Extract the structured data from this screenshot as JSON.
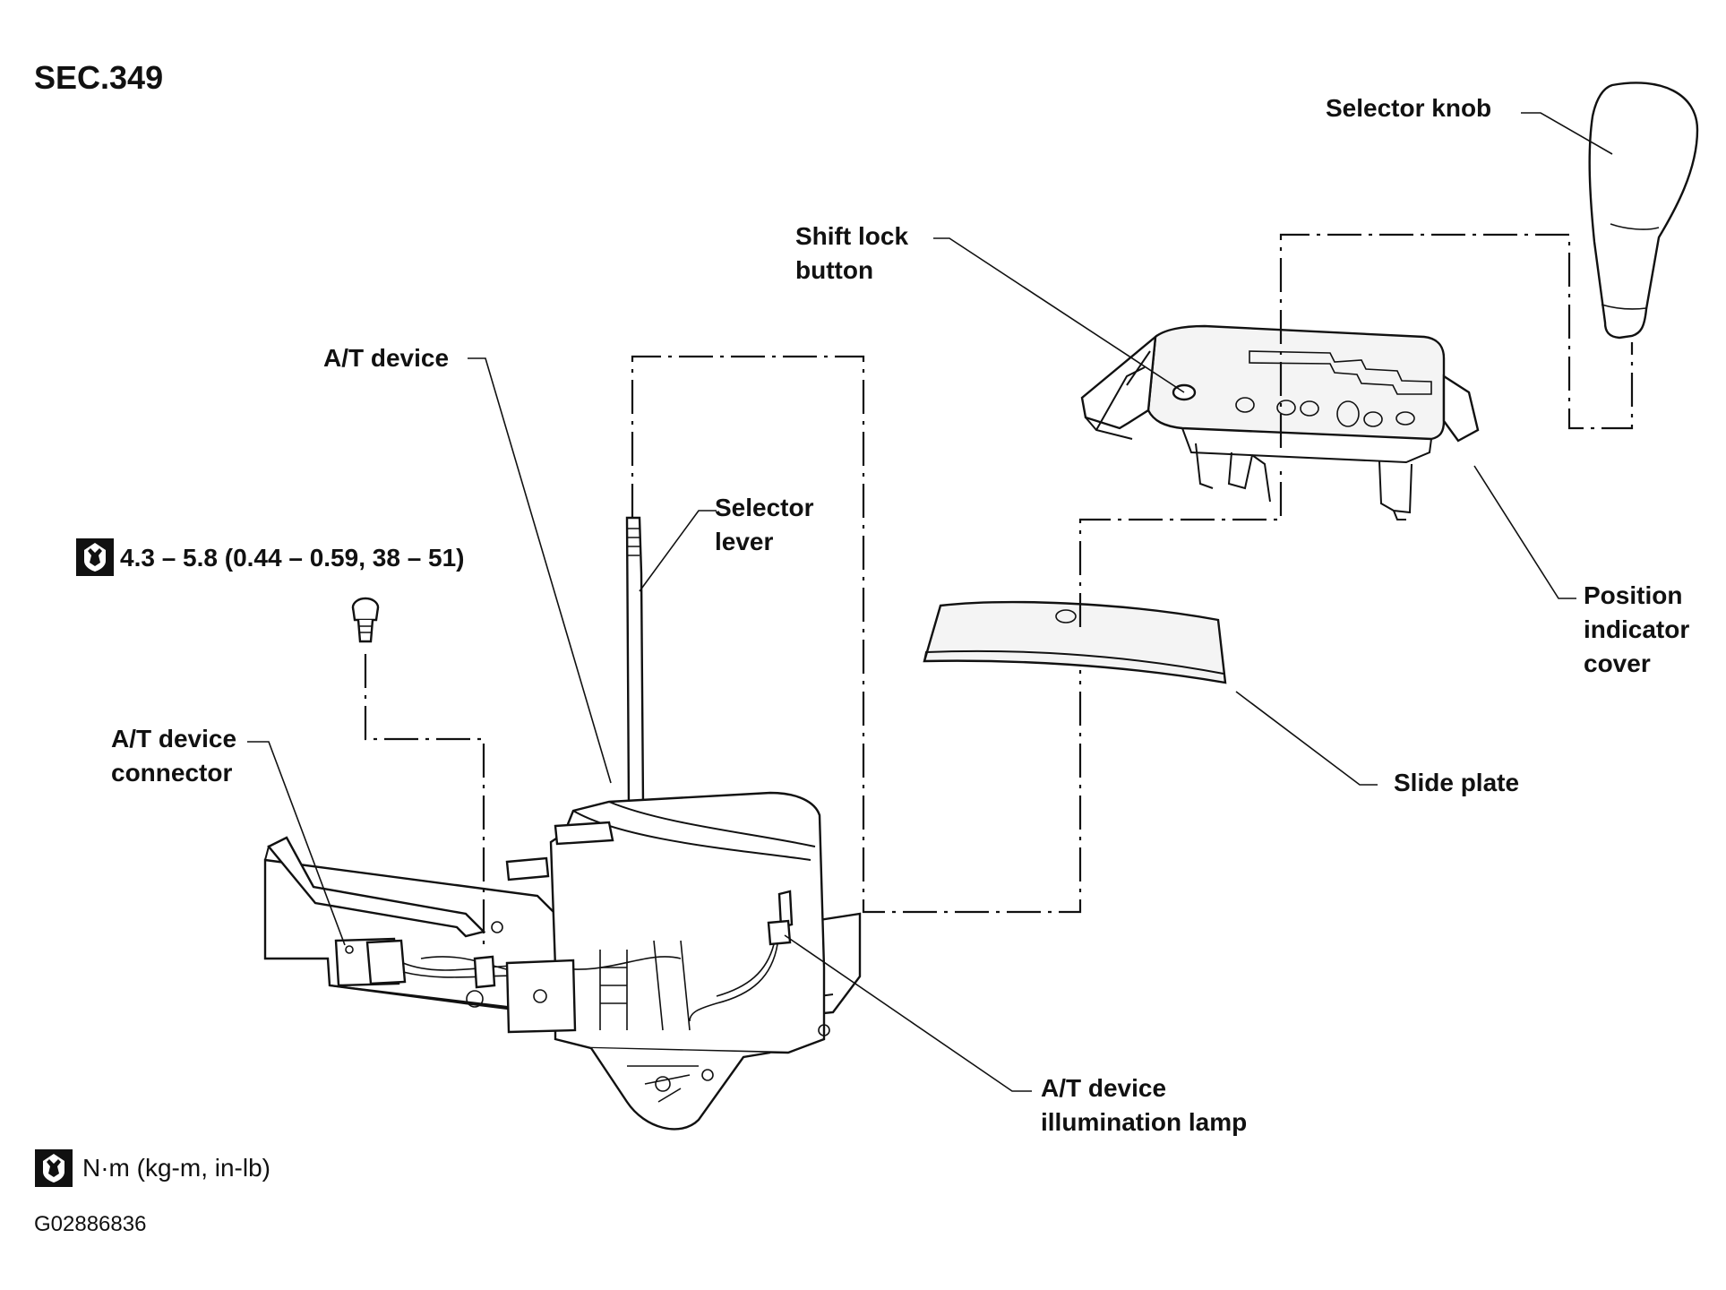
{
  "section": "SEC.349",
  "labels": {
    "selector_knob": "Selector knob",
    "shift_lock_button_1": "Shift lock",
    "shift_lock_button_2": "button",
    "at_device": "A/T device",
    "selector_lever_1": "Selector",
    "selector_lever_2": "lever",
    "at_device_connector_1": "A/T device",
    "at_device_connector_2": "connector",
    "position_indicator_cover_1": "Position",
    "position_indicator_cover_2": "indicator",
    "position_indicator_cover_3": "cover",
    "slide_plate": "Slide plate",
    "illumination_lamp_1": "A/T device",
    "illumination_lamp_2": "illumination lamp"
  },
  "torque_spec": "4.3 – 5.8 (0.44 – 0.59, 38 – 51)",
  "torque_unit_legend": "N·m (kg-m, in-lb)",
  "figure_id": "G02886836",
  "icons": {
    "torque": "torque-wrench-icon"
  }
}
